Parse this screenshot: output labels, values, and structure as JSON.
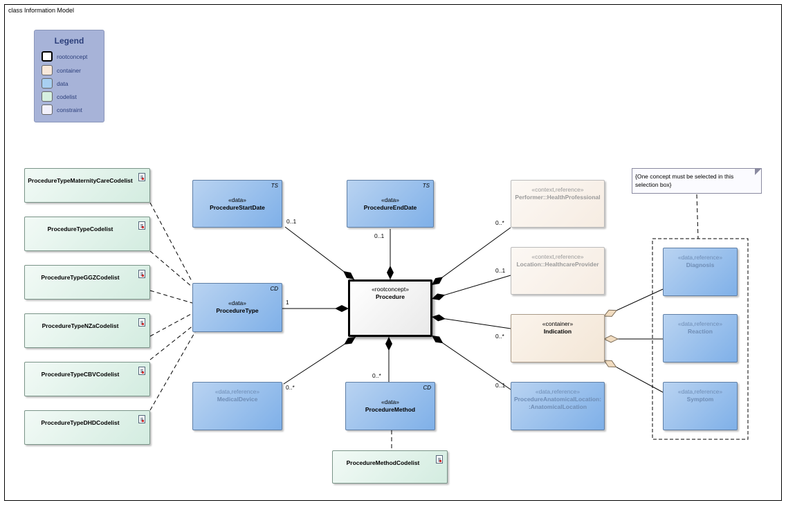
{
  "frame_title": "class Information Model",
  "legend": {
    "title": "Legend",
    "items": [
      {
        "label": "rootconcept",
        "color": "#ffffff"
      },
      {
        "label": "container",
        "color": "#f8e8da"
      },
      {
        "label": "data",
        "color": "#a8cff1"
      },
      {
        "label": "codelist",
        "color": "#d6f0e0"
      },
      {
        "label": "constraint",
        "color": "#f1f0fb"
      }
    ]
  },
  "note": "{One concept must be selected in this selection box}",
  "root": {
    "stereotype": "«rootconcept»",
    "name": "Procedure"
  },
  "data": {
    "start": {
      "stereotype": "«data»",
      "name": "ProcedureStartDate",
      "tag": "TS"
    },
    "end": {
      "stereotype": "«data»",
      "name": "ProcedureEndDate",
      "tag": "TS"
    },
    "type": {
      "stereotype": "«data»",
      "name": "ProcedureType",
      "tag": "CD"
    },
    "method": {
      "stereotype": "«data»",
      "name": "ProcedureMethod",
      "tag": "CD"
    }
  },
  "refs": {
    "medical_device": {
      "stereotype": "«data,reference»",
      "name": "MedicalDevice"
    },
    "anatomical": {
      "stereotype": "«data,reference»",
      "name1": "ProcedureAnatomicalLocation:",
      "name2": ":AnatomicalLocation"
    },
    "diagnosis": {
      "stereotype": "«data,reference»",
      "name": "Diagnosis"
    },
    "reaction": {
      "stereotype": "«data,reference»",
      "name": "Reaction"
    },
    "symptom": {
      "stereotype": "«data,reference»",
      "name": "Symptom"
    }
  },
  "context": {
    "performer": {
      "stereotype": "«context,reference»",
      "name": "Performer::HealthProfessional"
    },
    "location": {
      "stereotype": "«context,reference»",
      "name": "Location::HealthcareProvider"
    }
  },
  "container": {
    "stereotype": "«container»",
    "name": "Indication"
  },
  "codelists": {
    "maternity": "ProcedureTypeMaternityCareCodelist",
    "type": "ProcedureTypeCodelist",
    "ggz": "ProcedureTypeGGZCodelist",
    "nza": "ProcedureTypeNZaCodelist",
    "cbv": "ProcedureTypeCBVCodelist",
    "dhd": "ProcedureTypeDHDCodelist",
    "method": "ProcedureMethodCodelist"
  },
  "multiplicities": {
    "start": "0..1",
    "end": "0..1",
    "type": "1",
    "device": "0..*",
    "method": "0..*",
    "performer": "0..*",
    "location": "0..1",
    "indication": "0..*",
    "anatomical": "0..1"
  }
}
